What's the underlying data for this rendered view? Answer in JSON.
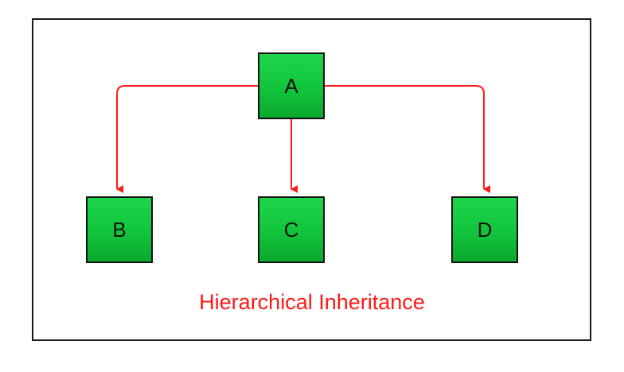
{
  "diagram": {
    "nodes": [
      {
        "id": "A",
        "label": "A"
      },
      {
        "id": "B",
        "label": "B"
      },
      {
        "id": "C",
        "label": "C"
      },
      {
        "id": "D",
        "label": "D"
      }
    ],
    "edges": [
      {
        "from": "A",
        "to": "B"
      },
      {
        "from": "A",
        "to": "C"
      },
      {
        "from": "A",
        "to": "D"
      }
    ],
    "caption": "Hierarchical Inheritance"
  },
  "colors": {
    "node_fill": "#13c63e",
    "node_border": "#111111",
    "edge": "#ff1a1a",
    "caption": "#ff1a1a",
    "frame_border": "#1a1a1a"
  }
}
